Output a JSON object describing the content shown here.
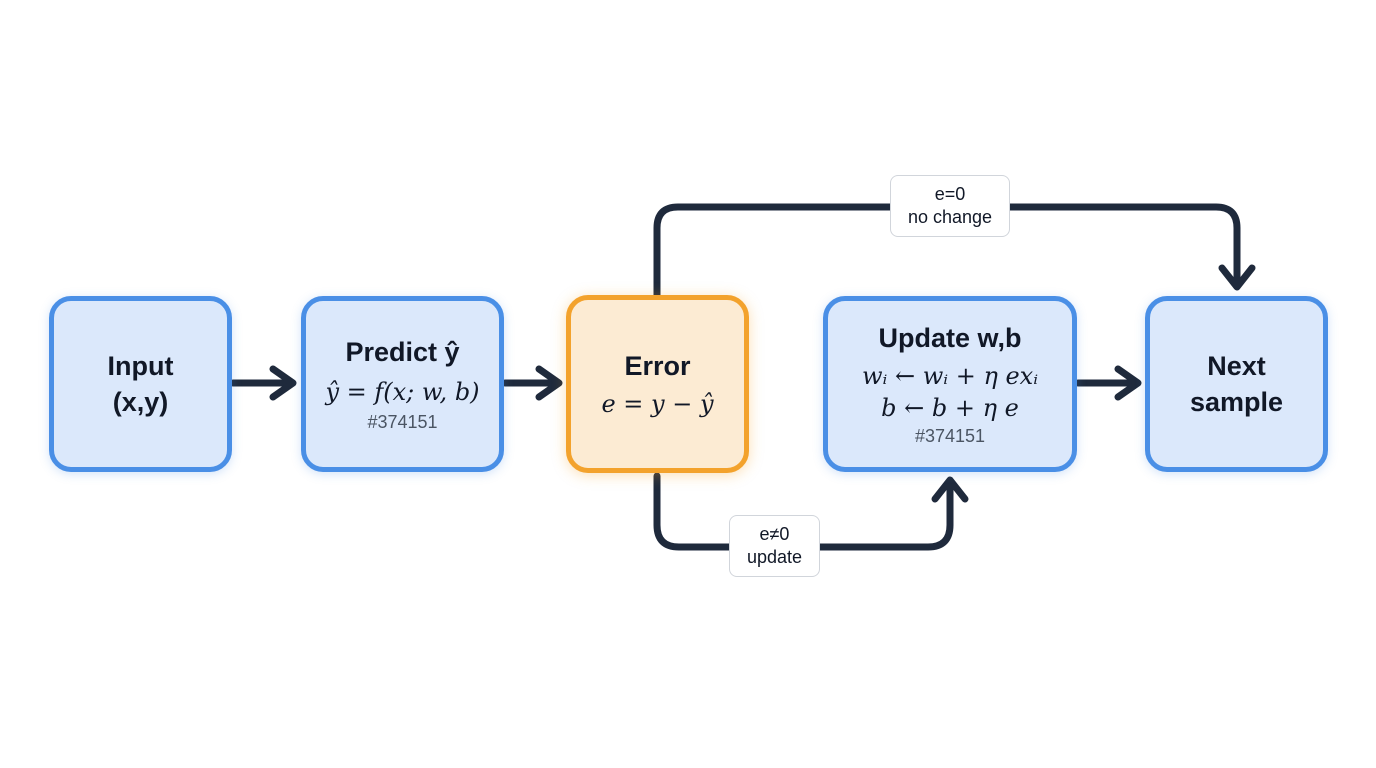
{
  "colors": {
    "node_fill": "#dbe8fb",
    "node_border": "#4a8fe6",
    "error_fill": "#fcebd3",
    "error_border": "#f3a22c",
    "arrow": "#1f2a3c",
    "text": "#111827",
    "code_text": "#4b5563"
  },
  "nodes": {
    "input": {
      "line1": "Input",
      "line2": "(x,y)"
    },
    "predict": {
      "title": "Predict ŷ",
      "formula": "ŷ = f(x; w, b)",
      "code": "#374151"
    },
    "error": {
      "title": "Error",
      "formula": "e = y − ŷ"
    },
    "update": {
      "title": "Update w,b",
      "formula1": "wᵢ ← wᵢ + η exᵢ",
      "formula2": "b ← b + η e",
      "code": "#374151"
    },
    "next": {
      "line1": "Next",
      "line2": "sample"
    }
  },
  "edges": {
    "no_change": {
      "line1": "e=0",
      "line2": "no change"
    },
    "update": {
      "line1": "e≠0",
      "line2": "update"
    }
  }
}
